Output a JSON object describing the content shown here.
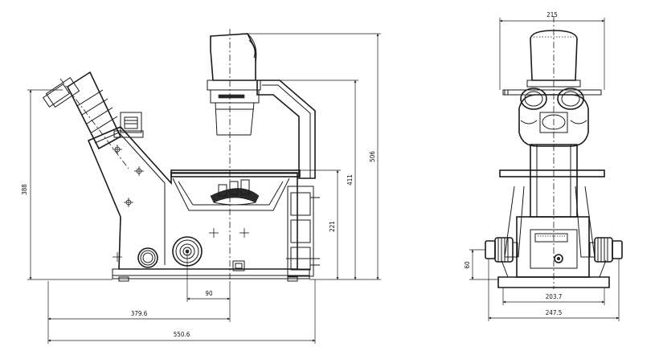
{
  "side_view": {
    "dimensions": {
      "height_eyepiece": "388",
      "height_total": "506",
      "height_condenser": "411",
      "height_stage": "221",
      "depth_knob": "90",
      "depth_body": "379.6",
      "depth_total": "550.6"
    }
  },
  "front_view": {
    "dimensions": {
      "width_top": "215",
      "knob_height": "60",
      "width_base": "203.7",
      "width_total": "247.5"
    }
  }
}
